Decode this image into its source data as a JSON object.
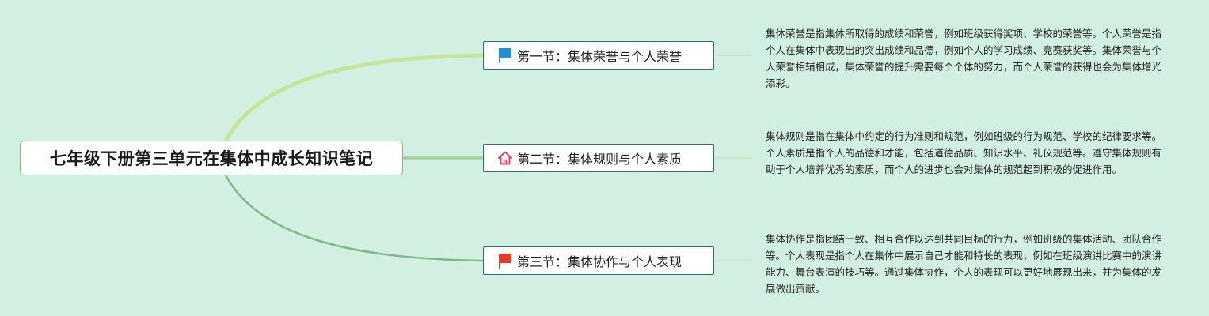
{
  "root": {
    "title": "七年级下册第三单元在集体中成长知识笔记"
  },
  "sections": [
    {
      "icon": "blue-flag-icon",
      "label": "第一节：集体荣誉与个人荣誉",
      "note": "集体荣誉是指集体所取得的成绩和荣誉，例如班级获得奖项、学校的荣誉等。个人荣誉是指个人在集体中表现出的突出成绩和品德，例如个人的学习成绩、竞赛获奖等。集体荣誉与个人荣誉相辅相成，集体荣誉的提升需要每个个体的努力，而个人荣誉的获得也会为集体增光添彩。"
    },
    {
      "icon": "home-icon",
      "label": "第二节：集体规则与个人素质",
      "note": "集体规则是指在集体中约定的行为准则和规范，例如班级的行为规范、学校的纪律要求等。个人素质是指个人的品德和才能，包括道德品质、知识水平、礼仪规范等。遵守集体规则有助于个人培养优秀的素质，而个人的进步也会对集体的规范起到积极的促进作用。"
    },
    {
      "icon": "red-flag-icon",
      "label": "第三节：集体协作与个人表现",
      "note": "集体协作是指团结一致、相互合作以达到共同目标的行为，例如班级的集体活动、团队合作等。个人表现是指个人在集体中展示自己才能和特长的表现，例如在班级演讲比赛中的演讲能力、舞台表演的技巧等。通过集体协作，个人的表现可以更好地展现出来，并为集体的发展做出贡献。"
    }
  ],
  "colors": {
    "background": "#d2f0e1",
    "branch_1": "#c4e59a",
    "branch_2": "#a5d394",
    "branch_3": "#7fb88a",
    "node_border": "#2f6e73",
    "blue_flag": "#1f8fd6",
    "home": "#d9436a",
    "red_flag": "#e8392b"
  }
}
